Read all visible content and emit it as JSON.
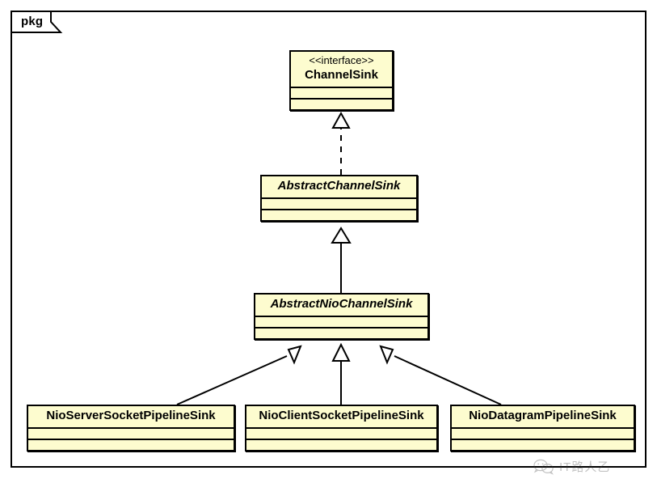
{
  "diagram": {
    "type": "uml-class-diagram",
    "package_label": "pkg",
    "background_color": "#FFFFFF",
    "box_fill_color": "#FDFCCF",
    "box_border_color": "#000000",
    "classes": [
      {
        "id": "channelsink",
        "stereotype": "<<interface>>",
        "name": "ChannelSink",
        "kind": "interface",
        "attributes": [],
        "operations": []
      },
      {
        "id": "abstractchannelsink",
        "stereotype": "",
        "name": "AbstractChannelSink",
        "kind": "abstract-class",
        "attributes": [],
        "operations": []
      },
      {
        "id": "abstractniochannelsink",
        "stereotype": "",
        "name": "AbstractNioChannelSink",
        "kind": "abstract-class",
        "attributes": [],
        "operations": []
      },
      {
        "id": "nioserversocketpipelinesink",
        "stereotype": "",
        "name": "NioServerSocketPipelineSink",
        "kind": "class",
        "attributes": [],
        "operations": []
      },
      {
        "id": "nioclientsocketpipelinesink",
        "stereotype": "",
        "name": "NioClientSocketPipelineSink",
        "kind": "class",
        "attributes": [],
        "operations": []
      },
      {
        "id": "niodatagrampipelinesink",
        "stereotype": "",
        "name": "NioDatagramPipelineSink",
        "kind": "class",
        "attributes": [],
        "operations": []
      }
    ],
    "relationships": [
      {
        "from": "abstractchannelsink",
        "to": "channelsink",
        "type": "realization",
        "line": "dashed",
        "arrowhead": "hollow-triangle"
      },
      {
        "from": "abstractniochannelsink",
        "to": "abstractchannelsink",
        "type": "generalization",
        "line": "solid",
        "arrowhead": "hollow-triangle"
      },
      {
        "from": "nioserversocketpipelinesink",
        "to": "abstractniochannelsink",
        "type": "generalization",
        "line": "solid",
        "arrowhead": "hollow-triangle"
      },
      {
        "from": "nioclientsocketpipelinesink",
        "to": "abstractniochannelsink",
        "type": "generalization",
        "line": "solid",
        "arrowhead": "hollow-triangle"
      },
      {
        "from": "niodatagrampipelinesink",
        "to": "abstractniochannelsink",
        "type": "generalization",
        "line": "solid",
        "arrowhead": "hollow-triangle"
      }
    ]
  },
  "watermark": {
    "icon": "wechat-icon",
    "text": "IT路人乙"
  }
}
